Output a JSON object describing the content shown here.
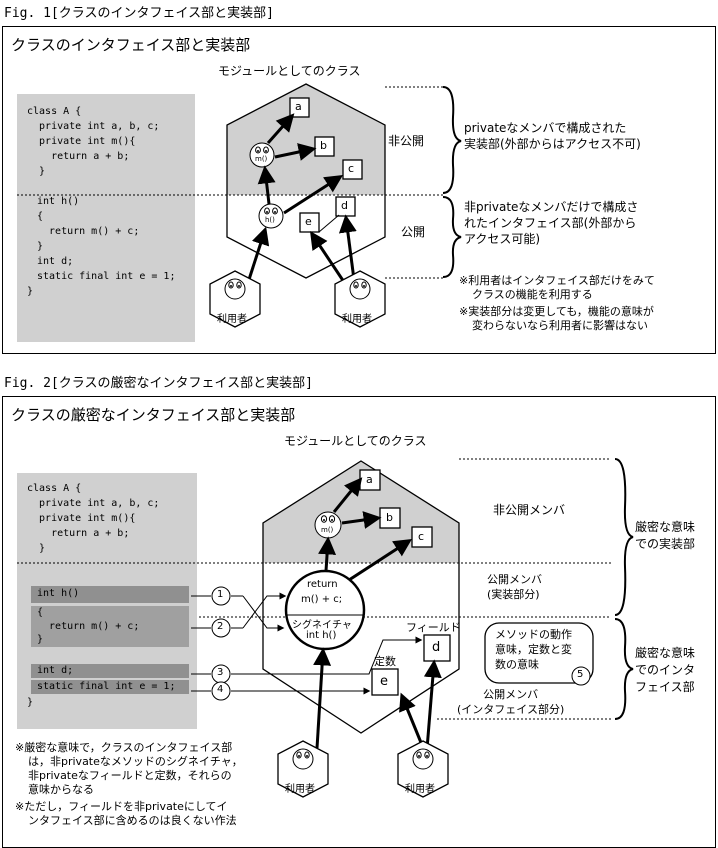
{
  "fig1": {
    "caption": "Fig. 1[クラスのインタフェイス部と実装部]",
    "title": "クラスのインタフェイス部と実装部",
    "module_label": "モジュールとしてのクラス",
    "code": [
      "class A {",
      "  private int a, b, c;",
      "  private int m(){",
      "    return a + b;",
      "  }",
      "int h()",
      "{",
      "  return m() + c;",
      "}",
      "int d;",
      "static final int e = 1;",
      "}"
    ],
    "private_label": "非公開",
    "public_label": "公開",
    "private_desc": [
      "privateなメンバで構成された",
      "実装部(外部からはアクセス不可)"
    ],
    "public_desc": [
      "非privateなメンバだけで構成さ",
      "れたインタフェイス部(外部から",
      "アクセス可能)"
    ],
    "notes": [
      "※利用者はインタフェイス部だけをみて",
      "クラスの機能を利用する",
      "※実装部分は変更しても，機能の意味が",
      "変わらないなら利用者に影響はない"
    ],
    "users": [
      "利用者",
      "利用者"
    ],
    "boxes": {
      "a": "a",
      "b": "b",
      "c": "c",
      "d": "d",
      "e": "e"
    },
    "face_m": "m()",
    "face_h": "h()"
  },
  "fig2": {
    "caption": "Fig. 2[クラスの厳密なインタフェイス部と実装部]",
    "title": "クラスの厳密なインタフェイス部と実装部",
    "module_label": "モジュールとしてのクラス",
    "code": [
      "class A {",
      "  private int a, b, c;",
      "  private int m(){",
      "    return a + b;",
      "  }",
      "int h()",
      "{",
      "  return m() + c;",
      "}",
      "int d;",
      "static final int e = 1;",
      "}"
    ],
    "private_members": "非公開メンバ",
    "public_impl": [
      "公開メンバ",
      "(実装部分)"
    ],
    "public_iface": [
      "公開メンバ",
      "(インタフェイス部分)"
    ],
    "strict_impl": [
      "厳密な意味",
      "での実装部"
    ],
    "strict_iface": [
      "厳密な意味",
      "でのインタ",
      "フェイス部"
    ],
    "circle_top": [
      "return",
      "m() + c;"
    ],
    "circle_bottom": [
      "シグネイチャ",
      "int h()"
    ],
    "field_label": "フィールド",
    "const_label": "定数",
    "method_meaning": [
      "メソッドの動作",
      "意味，定数と変",
      "数の意味"
    ],
    "markers": [
      "1",
      "2",
      "3",
      "4",
      "5"
    ],
    "notes": [
      "※厳密な意味で，クラスのインタフェイス部",
      "は，非privateなメソッドのシグネイチャ，",
      "非privateなフィールドと定数，それらの",
      "意味からなる",
      "※ただし，フィールドを非privateにしてイ",
      "ンタフェイス部に含めるのは良くない作法"
    ],
    "users": [
      "利用者",
      "利用者"
    ],
    "boxes": {
      "a": "a",
      "b": "b",
      "c": "c",
      "d": "d",
      "e": "e"
    },
    "face_m": "m()"
  }
}
